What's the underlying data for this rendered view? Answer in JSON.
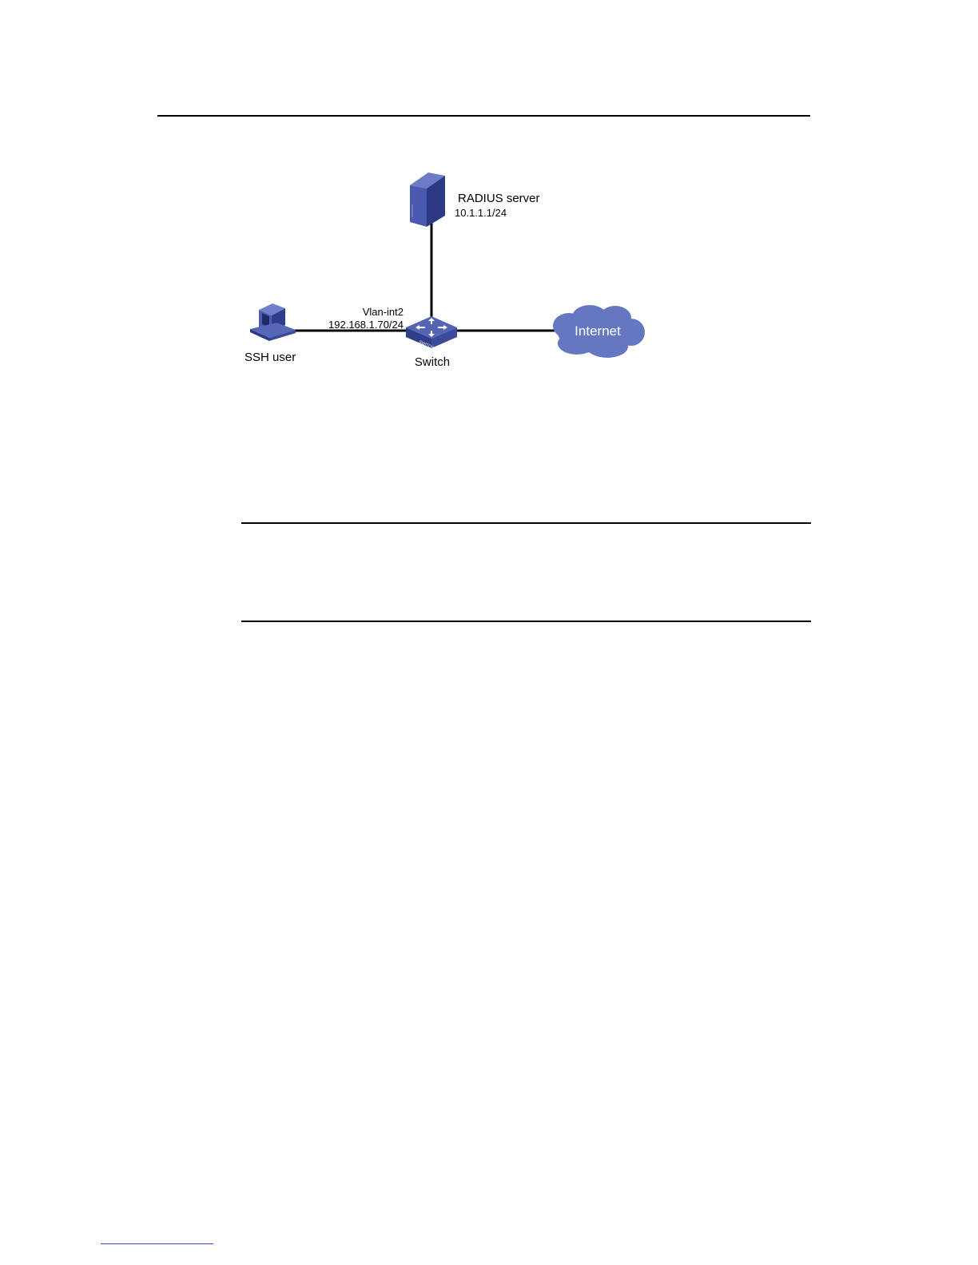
{
  "diagram": {
    "nodes": {
      "radius_server": {
        "name": "RADIUS server",
        "ip": "10.1.1.1/24",
        "icon": "server-icon"
      },
      "ssh_user": {
        "name": "SSH user",
        "icon": "pc-icon"
      },
      "switch": {
        "name": "Switch",
        "icon": "switch-icon",
        "badge": "SWITCH"
      },
      "internet": {
        "name": "Internet",
        "icon": "cloud-icon"
      }
    },
    "interface": {
      "name": "Vlan-int2",
      "ip": "192.168.1.70/24"
    },
    "links": [
      {
        "from": "switch",
        "to": "radius_server"
      },
      {
        "from": "switch",
        "to": "ssh_user"
      },
      {
        "from": "switch",
        "to": "internet"
      }
    ],
    "colors": {
      "device_blue": "#3d4f9f",
      "cloud_blue": "#6677c2",
      "line": "#000000"
    }
  }
}
